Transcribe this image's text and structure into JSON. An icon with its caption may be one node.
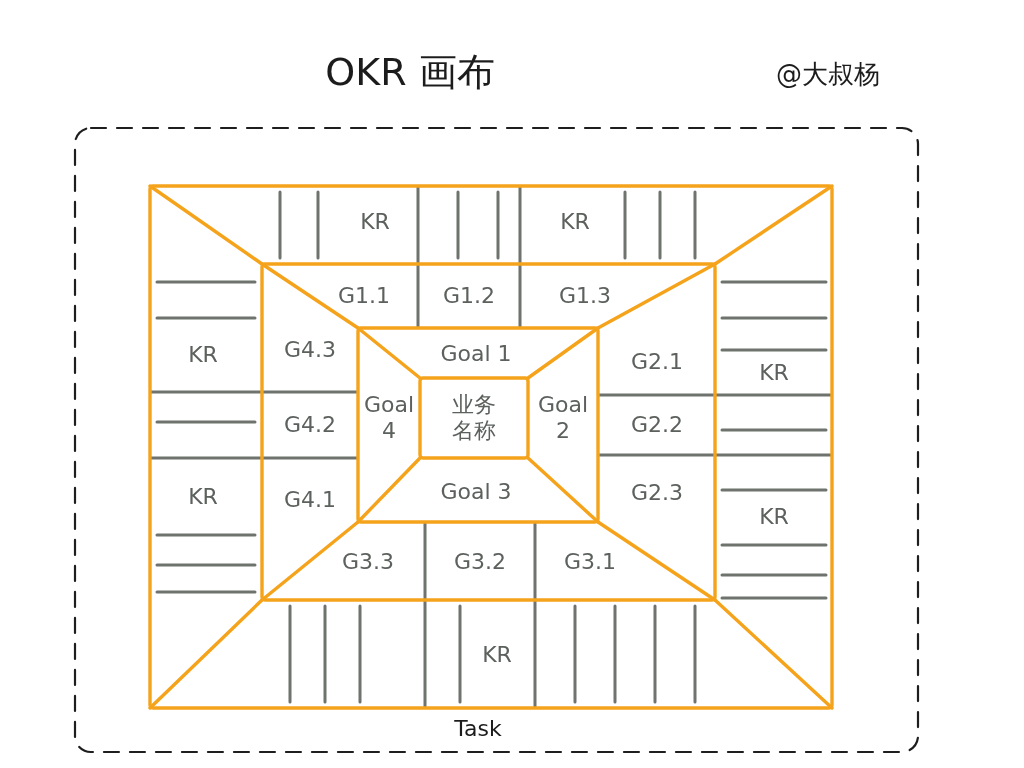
{
  "diagram": {
    "title": "OKR 画布",
    "nodes": [
      {
        "text": [
          "Task"
        ]
      },
      {
        "text": [
          "KR",
          "KR",
          "KR",
          "KR",
          "KR",
          "KR",
          "KR"
        ],
        "in": 0
      },
      {
        "text": [
          "G1.1",
          "G1.2",
          "G1.3",
          "G4.3",
          "G2.1",
          "G4.2",
          "G2.2",
          "G4.1",
          "G2.3",
          "G3.3",
          "G3.2",
          "G3.1"
        ],
        "in": 1
      },
      {
        "text": [
          "Goal 1",
          "Goal 4",
          "Goal 2",
          "Goal 3"
        ],
        "in": 2
      },
      {
        "text": [
          "业务名称"
        ],
        "in": 3
      }
    ],
    "labels": [
      "@大叔杨"
    ]
  }
}
